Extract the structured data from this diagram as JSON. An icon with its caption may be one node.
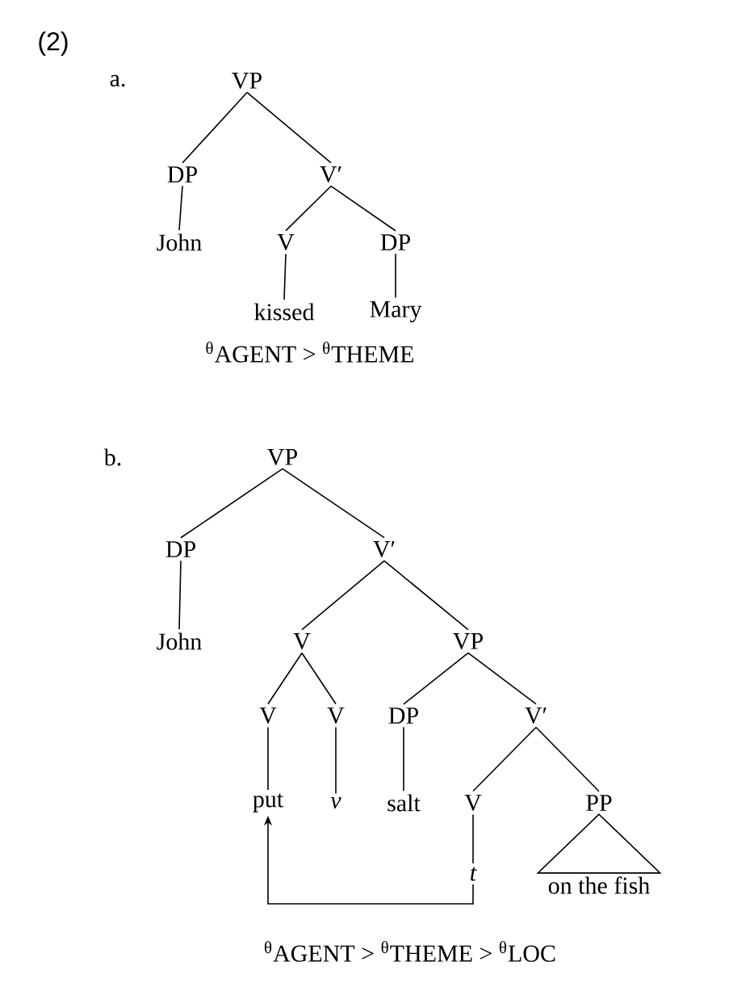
{
  "diagram": {
    "nodes": [
      {
        "text": [
          "VP"
        ]
      },
      {
        "text": [
          "DP"
        ]
      },
      {
        "text": [
          "V′"
        ]
      },
      {
        "text": [
          "John"
        ]
      },
      {
        "text": [
          "V"
        ]
      },
      {
        "text": [
          "DP"
        ]
      },
      {
        "text": [
          "kissed"
        ]
      },
      {
        "text": [
          "Mary"
        ]
      },
      {
        "text": [
          "VP"
        ]
      },
      {
        "text": [
          "DP"
        ]
      },
      {
        "text": [
          "V′"
        ]
      },
      {
        "text": [
          "John"
        ]
      },
      {
        "text": [
          "V"
        ]
      },
      {
        "text": [
          "VP"
        ]
      },
      {
        "text": [
          "V"
        ]
      },
      {
        "text": [
          "V"
        ]
      },
      {
        "text": [
          "DP"
        ]
      },
      {
        "text": [
          "V′"
        ]
      },
      {
        "text": [
          "put"
        ]
      },
      {
        "text": [
          "v"
        ]
      },
      {
        "text": [
          "salt"
        ]
      },
      {
        "text": [
          "V"
        ]
      },
      {
        "text": [
          "PP"
        ]
      },
      {
        "text": [
          "t"
        ]
      },
      {
        "text": [
          "on the fish"
        ]
      }
    ],
    "edges": [
      {
        "from": 0,
        "to": 1,
        "arrow": "none"
      },
      {
        "from": 0,
        "to": 2,
        "arrow": "none"
      },
      {
        "from": 1,
        "to": 3,
        "arrow": "none"
      },
      {
        "from": 2,
        "to": 4,
        "arrow": "none"
      },
      {
        "from": 2,
        "to": 5,
        "arrow": "none"
      },
      {
        "from": 4,
        "to": 6,
        "arrow": "none"
      },
      {
        "from": 5,
        "to": 7,
        "arrow": "none"
      },
      {
        "from": 8,
        "to": 9,
        "arrow": "none"
      },
      {
        "from": 8,
        "to": 10,
        "arrow": "none"
      },
      {
        "from": 9,
        "to": 11,
        "arrow": "none"
      },
      {
        "from": 10,
        "to": 12,
        "arrow": "none"
      },
      {
        "from": 10,
        "to": 13,
        "arrow": "none"
      },
      {
        "from": 12,
        "to": 14,
        "arrow": "none"
      },
      {
        "from": 12,
        "to": 15,
        "arrow": "none"
      },
      {
        "from": 13,
        "to": 16,
        "arrow": "none"
      },
      {
        "from": 13,
        "to": 17,
        "arrow": "none"
      },
      {
        "from": 14,
        "to": 18,
        "arrow": "none"
      },
      {
        "from": 15,
        "to": 19,
        "arrow": "none"
      },
      {
        "from": 16,
        "to": 20,
        "arrow": "none"
      },
      {
        "from": 17,
        "to": 21,
        "arrow": "none"
      },
      {
        "from": 17,
        "to": 22,
        "arrow": "none"
      },
      {
        "from": 21,
        "to": 23,
        "arrow": "none"
      },
      {
        "from": 22,
        "to": 24,
        "arrow": "none"
      },
      {
        "from": 23,
        "to": 18,
        "arrow": "to"
      }
    ],
    "labels": [
      "(2)",
      "a.",
      "$^{θ}$AGENT > $^{θ}$THEME",
      "b.",
      "$^{θ}$AGENT > $^{θ}$THEME > $^{θ}$LOC"
    ]
  }
}
